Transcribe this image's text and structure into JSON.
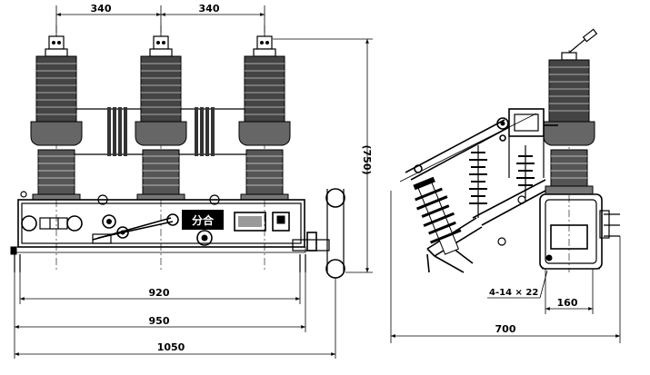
{
  "front_view": {
    "dim_top_left": "340",
    "dim_top_right": "340",
    "dim_height": "(750)",
    "dim_920": "920",
    "dim_950": "950",
    "dim_1050": "1050",
    "sign_text": "分合"
  },
  "side_view": {
    "mounting_hole_label": "4-14 × 22",
    "dim_160": "160",
    "dim_700": "700"
  }
}
